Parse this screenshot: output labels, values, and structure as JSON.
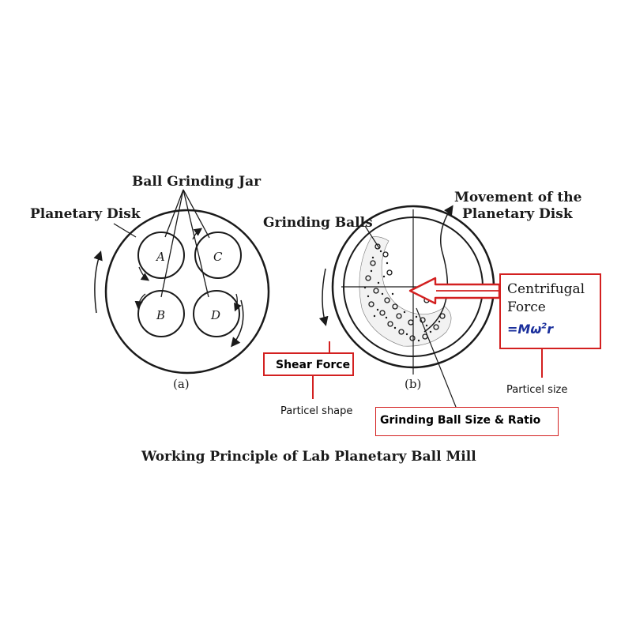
{
  "diagram": {
    "labels": {
      "ball_grinding_jar": "Ball Grinding Jar",
      "planetary_disk": "Planetary Disk",
      "grinding_balls": "Grinding Balls",
      "movement_line1": "Movement of the",
      "movement_line2": "Planetary Disk",
      "jar_a": "A",
      "jar_b": "B",
      "jar_c": "C",
      "jar_d": "D",
      "caption_a": "(a)",
      "caption_b": "(b)",
      "title": "Working Principle of Lab Planetary Ball Mill"
    },
    "annotations": {
      "shear_force": "Shear Force",
      "particle_shape": "Particel shape",
      "grinding_ball_size_ratio": "Grinding Ball Size & Ratio",
      "centrifugal_line1": "Centrifugal",
      "centrifugal_line2": "Force",
      "formula_prefix": "=",
      "formula_main": "Mω",
      "formula_exp": "2",
      "formula_suffix": "r",
      "particle_size": "Particel size"
    },
    "colors": {
      "annotation_red": "#d32020",
      "formula_blue": "#1a2f9c",
      "ink": "#1a1a1a"
    }
  }
}
